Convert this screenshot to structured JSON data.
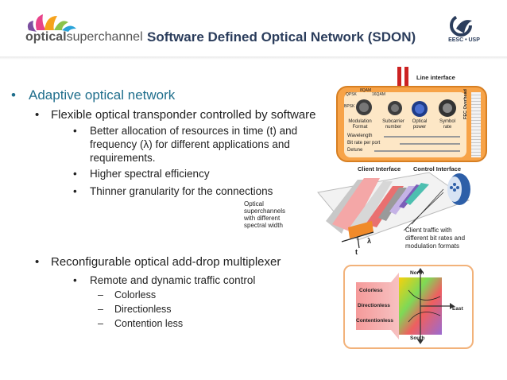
{
  "header": {
    "logo_bold": "optical",
    "logo_light": "superchannel",
    "title": "Software Defined Optical Network (SDON)",
    "eesc_label": "EESC • USP"
  },
  "bullets": {
    "adaptive": "Adaptive optical network",
    "transponder": "Flexible optical transponder controlled by software",
    "alloc_1": "Better allocation of resources in time (t) and",
    "alloc_2": "frequency (λ) for different applications and",
    "alloc_3": "requirements.",
    "spectral": "Higher spectral efficiency",
    "granularity": "Thinner granularity for the connections",
    "roadm": "Reconfigurable optical add-drop multiplexer",
    "remote": "Remote and dynamic traffic control",
    "colorless": "Colorless",
    "directionless": "Directionless",
    "contention": "Contention less",
    "dash": "–",
    "dot": "•"
  },
  "transponder": {
    "line_interface": "Line interface",
    "qpsk": "QPSK",
    "bpsk": "BPSK",
    "qam8": "8QAM",
    "qam16": "16QAM",
    "modulation": "Modulation",
    "format": "Format",
    "subcarrier": "Subcarrier",
    "number": "number",
    "optical": "Optical",
    "power": "power",
    "symbol": "Symbol",
    "rate": "rate",
    "wavelength": "Wavelength",
    "bitrate": "Bit rate per port",
    "detune": "Detune",
    "fec": "FEC Overhead",
    "client_interface": "Client Interface",
    "control_interface": "Control Interface"
  },
  "spectrum": {
    "optical_label_1": "Optical",
    "optical_label_2": "superchannels",
    "optical_label_3": "with different",
    "optical_label_4": "spectral width",
    "client_label_1": "Client traffic with",
    "client_label_2": "different bit rates and",
    "client_label_3": "modulation formats",
    "t": "t",
    "lambda": "λ"
  },
  "roadm": {
    "north": "North",
    "south": "South",
    "east": "East",
    "colorless": "Colorless",
    "directionless": "Directionless",
    "contentionless": "Contentionless"
  }
}
